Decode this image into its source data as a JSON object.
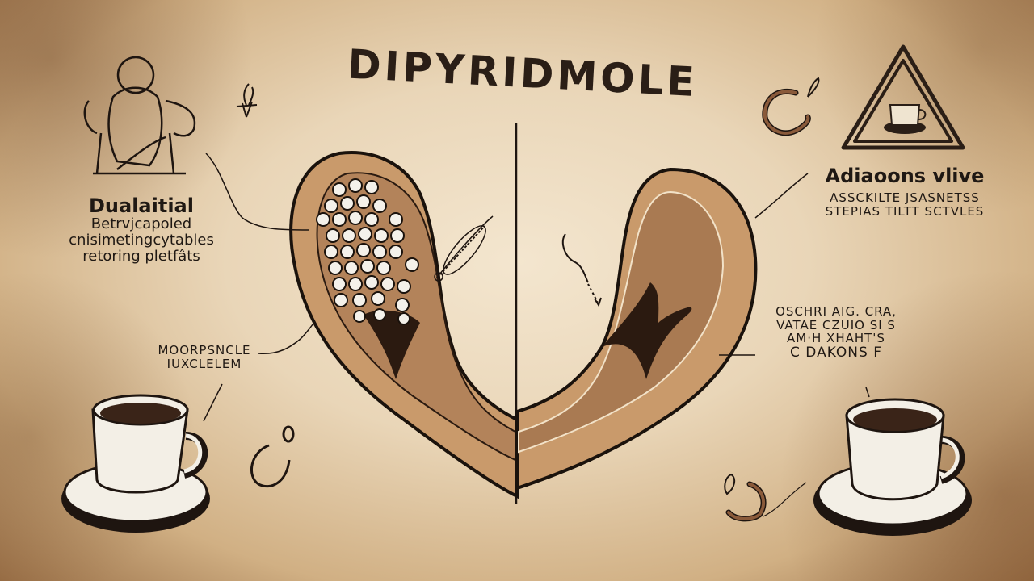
{
  "title": "DIPYRIDMOLE",
  "left_panel": {
    "heading": "Dualaitial",
    "lines": [
      "Betrvjcapoled",
      "cnisimetingcytables",
      "retoring pletfâts"
    ],
    "annotation": [
      "MOORPSNCLE",
      "IUXCLELEM"
    ]
  },
  "right_panel": {
    "heading": "Adiaoons vlive",
    "lines": [
      "ASSCKILTE JSASNETSS",
      "STEPIAS TILTT SCTVLES"
    ],
    "annotation": [
      "OSCHRI AIG. CRA,",
      "VATAE CZUIO SI S",
      "AM·H XHAHT'S",
      "C DAKONS F"
    ]
  },
  "illustrations": {
    "left_top": "seated-figure-sketch",
    "right_top": "warning-triangle-with-cup",
    "center_left": "organ-cross-section-with-pills",
    "center_right": "organ-cross-section",
    "bottom_left": "coffee-cup-on-saucer",
    "bottom_right": "coffee-cup-on-saucer"
  },
  "colors": {
    "parchment": "#e6d2b3",
    "ink": "#2a1e16",
    "organ_outer": "#c99a6b",
    "organ_inner": "#a97a52",
    "organ_cavity": "#2b1a10",
    "coffee": "#3a2418",
    "swirl_brown": "#8a5a3a"
  }
}
